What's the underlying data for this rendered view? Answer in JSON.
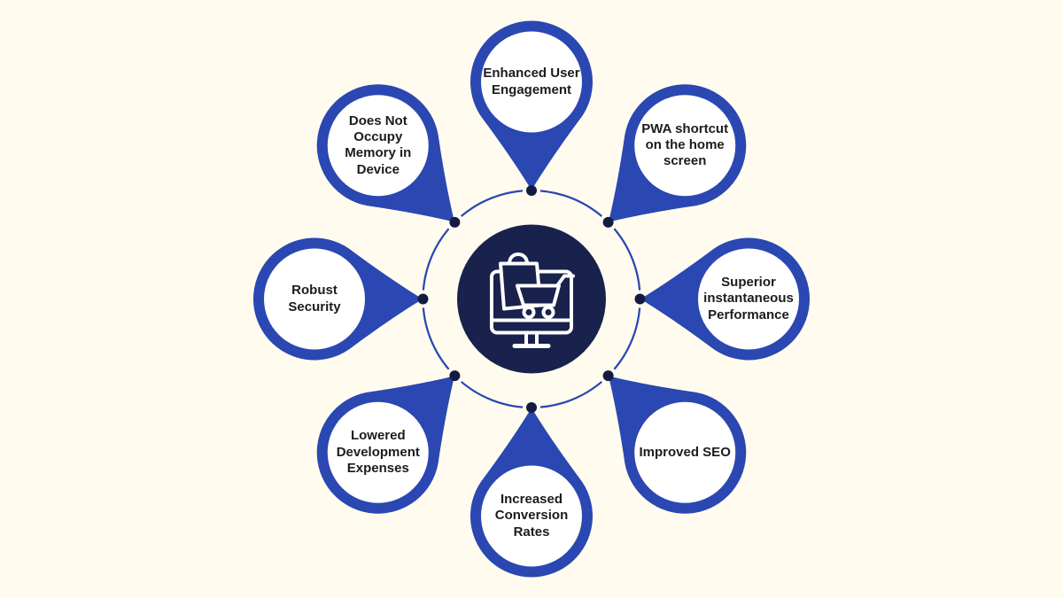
{
  "diagram": {
    "subject": "pwa-benefits-wheel",
    "center_icon": "ecommerce-monitor-with-bag-and-cart-icon",
    "petal_count": 8
  },
  "colors": {
    "background": "#FFFCEF",
    "petal_blue": "#2A47B2",
    "center_navy": "#19224D",
    "dot_navy": "#131C40",
    "label_text": "#1C1C1C",
    "white": "#FFFFFF"
  },
  "petals": [
    {
      "position": "top",
      "label": "Enhanced User Engagement"
    },
    {
      "position": "top-right",
      "label": "PWA shortcut on the home screen"
    },
    {
      "position": "right",
      "label": "Superior instantaneous Performance"
    },
    {
      "position": "bottom-right",
      "label": "Improved SEO"
    },
    {
      "position": "bottom",
      "label": "Increased Conversion Rates"
    },
    {
      "position": "bottom-left",
      "label": "Lowered Development Expenses"
    },
    {
      "position": "left",
      "label": "Robust Security"
    },
    {
      "position": "top-left",
      "label": "Does Not Occupy Memory in Device"
    }
  ]
}
